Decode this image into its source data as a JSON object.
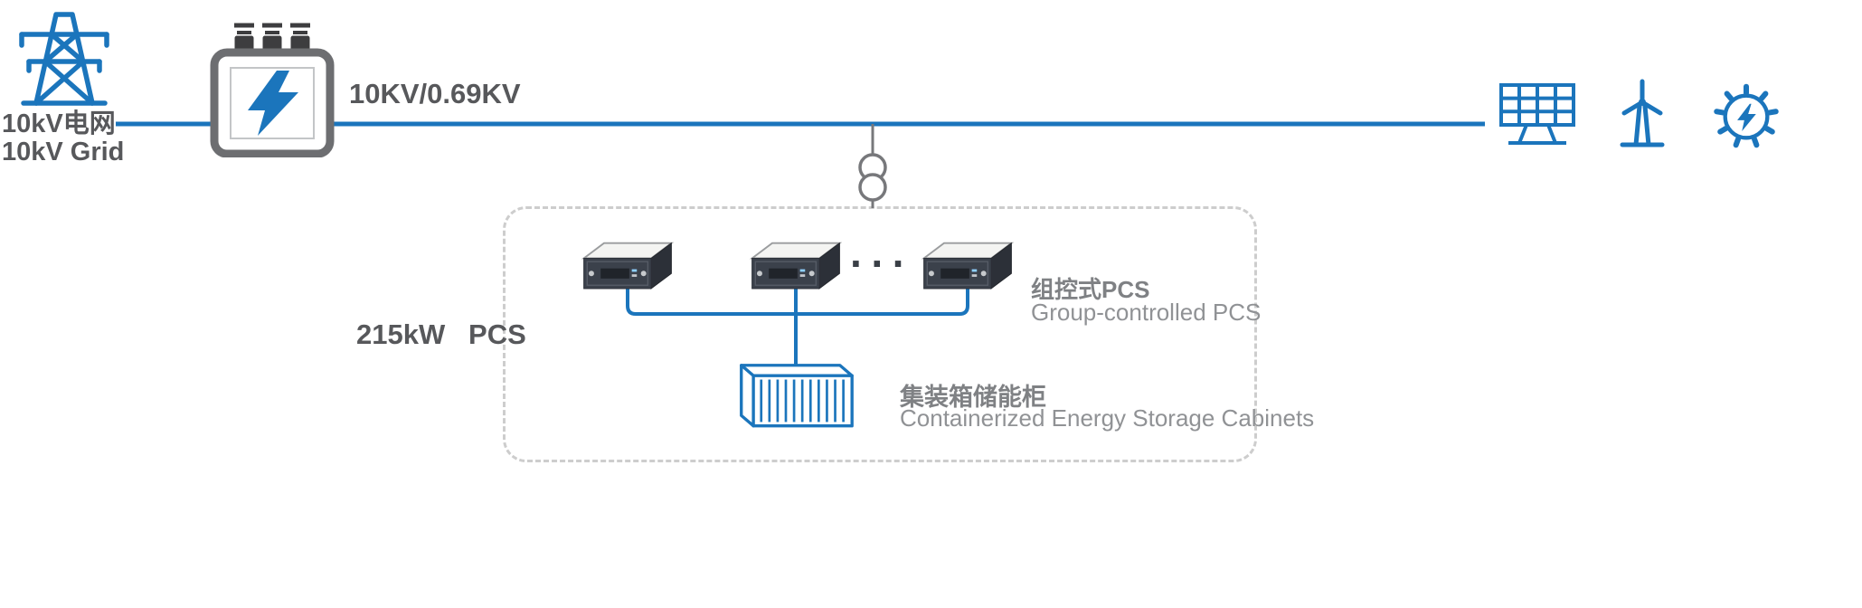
{
  "colors": {
    "blue": "#1b75bc",
    "dark_gray": "#57585b",
    "label_gray": "#7f8184",
    "label_light": "#909295",
    "wire_gray": "#77787b",
    "dash_gray": "#cdcdcd"
  },
  "grid": {
    "label_zh": "10kV电网",
    "label_en": "10kV Grid"
  },
  "transformer": {
    "ratio_label": "10KV/0.69KV"
  },
  "pcs": {
    "power_label": "215kW   PCS",
    "dots": "···",
    "group_label_zh": "组控式PCS",
    "group_label_en": "Group-controlled PCS"
  },
  "storage": {
    "label_zh": "集装箱储能柜",
    "label_en": "Containerized Energy Storage Cabinets"
  }
}
